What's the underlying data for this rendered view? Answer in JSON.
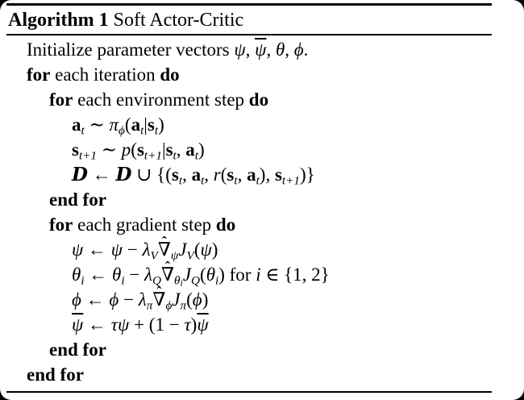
{
  "page": {
    "background": "#000000",
    "card_background": "#ffffff",
    "text_color": "#000000"
  },
  "header": {
    "label": "Algorithm 1",
    "title": " Soft Actor-Critic"
  },
  "lines": [
    {
      "indent": 1,
      "segs": [
        {
          "t": "Initialize parameter vectors "
        },
        {
          "t": "ψ",
          "c": "i"
        },
        {
          "t": ", "
        },
        {
          "t": "ψ",
          "c": "i bar"
        },
        {
          "t": ", "
        },
        {
          "t": "θ",
          "c": "i"
        },
        {
          "t": ", "
        },
        {
          "t": "ϕ",
          "c": "i"
        },
        {
          "t": "."
        }
      ]
    },
    {
      "indent": 1,
      "segs": [
        {
          "t": "for",
          "c": "b"
        },
        {
          "t": " each iteration "
        },
        {
          "t": "do",
          "c": "b"
        }
      ]
    },
    {
      "indent": 2,
      "segs": [
        {
          "t": "for",
          "c": "b"
        },
        {
          "t": " each environment step "
        },
        {
          "t": "do",
          "c": "b"
        }
      ]
    },
    {
      "indent": 3,
      "segs": [
        {
          "t": "a",
          "c": "bm"
        },
        {
          "t": "t",
          "c": "i sub"
        },
        {
          "t": " ∼ "
        },
        {
          "t": "π",
          "c": "i"
        },
        {
          "t": "ϕ",
          "c": "i sub"
        },
        {
          "t": "("
        },
        {
          "t": "a",
          "c": "bm"
        },
        {
          "t": "t",
          "c": "i sub"
        },
        {
          "t": "|"
        },
        {
          "t": "s",
          "c": "bm"
        },
        {
          "t": "t",
          "c": "i sub"
        },
        {
          "t": ")"
        }
      ]
    },
    {
      "indent": 3,
      "segs": [
        {
          "t": "s",
          "c": "bm"
        },
        {
          "t": "t+1",
          "c": "i sub"
        },
        {
          "t": " ∼ "
        },
        {
          "t": "p",
          "c": "i"
        },
        {
          "t": "("
        },
        {
          "t": "s",
          "c": "bm"
        },
        {
          "t": "t+1",
          "c": "i sub"
        },
        {
          "t": "|"
        },
        {
          "t": "s",
          "c": "bm"
        },
        {
          "t": "t",
          "c": "i sub"
        },
        {
          "t": ", "
        },
        {
          "t": "a",
          "c": "bm"
        },
        {
          "t": "t",
          "c": "i sub"
        },
        {
          "t": ")"
        }
      ]
    },
    {
      "indent": 3,
      "segs": [
        {
          "t": "D",
          "c": "cal"
        },
        {
          "t": " ← "
        },
        {
          "t": "D",
          "c": "cal"
        },
        {
          "t": " ∪ {("
        },
        {
          "t": "s",
          "c": "bm"
        },
        {
          "t": "t",
          "c": "i sub"
        },
        {
          "t": ", "
        },
        {
          "t": "a",
          "c": "bm"
        },
        {
          "t": "t",
          "c": "i sub"
        },
        {
          "t": ", "
        },
        {
          "t": "r",
          "c": "i"
        },
        {
          "t": "("
        },
        {
          "t": "s",
          "c": "bm"
        },
        {
          "t": "t",
          "c": "i sub"
        },
        {
          "t": ", "
        },
        {
          "t": "a",
          "c": "bm"
        },
        {
          "t": "t",
          "c": "i sub"
        },
        {
          "t": "), "
        },
        {
          "t": "s",
          "c": "bm"
        },
        {
          "t": "t+1",
          "c": "i sub"
        },
        {
          "t": ")}"
        }
      ]
    },
    {
      "indent": 2,
      "segs": [
        {
          "t": "end for",
          "c": "b"
        }
      ]
    },
    {
      "indent": 2,
      "segs": [
        {
          "t": "for",
          "c": "b"
        },
        {
          "t": " each gradient step "
        },
        {
          "t": "do",
          "c": "b"
        }
      ]
    },
    {
      "indent": 3,
      "segs": [
        {
          "t": "ψ",
          "c": "i"
        },
        {
          "t": " ← "
        },
        {
          "t": "ψ",
          "c": "i"
        },
        {
          "t": " − "
        },
        {
          "t": "λ",
          "c": "i"
        },
        {
          "t": "V",
          "c": "i sub"
        },
        {
          "t": "∇",
          "c": "hat"
        },
        {
          "t": "ψ",
          "c": "i sub"
        },
        {
          "t": "J",
          "c": "i"
        },
        {
          "t": "V",
          "c": "i sub"
        },
        {
          "t": "("
        },
        {
          "t": "ψ",
          "c": "i"
        },
        {
          "t": ")"
        }
      ]
    },
    {
      "indent": 3,
      "segs": [
        {
          "t": "θ",
          "c": "i"
        },
        {
          "t": "i",
          "c": "i sub"
        },
        {
          "t": " ← "
        },
        {
          "t": "θ",
          "c": "i"
        },
        {
          "t": "i",
          "c": "i sub"
        },
        {
          "t": " − "
        },
        {
          "t": "λ",
          "c": "i"
        },
        {
          "t": "Q",
          "c": "i sub"
        },
        {
          "t": "∇",
          "c": "hat"
        },
        {
          "t": "θ",
          "c": "i sub"
        },
        {
          "t": "i",
          "c": "i sub2"
        },
        {
          "t": "J",
          "c": "i"
        },
        {
          "t": "Q",
          "c": "i sub"
        },
        {
          "t": "("
        },
        {
          "t": "θ",
          "c": "i"
        },
        {
          "t": "i",
          "c": "i sub"
        },
        {
          "t": ")"
        },
        {
          "t": " for "
        },
        {
          "t": "i",
          "c": "i"
        },
        {
          "t": " ∈ {1, 2}"
        }
      ]
    },
    {
      "indent": 3,
      "segs": [
        {
          "t": "ϕ",
          "c": "i"
        },
        {
          "t": " ← "
        },
        {
          "t": "ϕ",
          "c": "i"
        },
        {
          "t": " − "
        },
        {
          "t": "λ",
          "c": "i"
        },
        {
          "t": "π",
          "c": "i sub"
        },
        {
          "t": "∇",
          "c": "hat"
        },
        {
          "t": "ϕ",
          "c": "i sub"
        },
        {
          "t": "J",
          "c": "i"
        },
        {
          "t": "π",
          "c": "i sub"
        },
        {
          "t": "("
        },
        {
          "t": "ϕ",
          "c": "i"
        },
        {
          "t": ")"
        }
      ]
    },
    {
      "indent": 3,
      "segs": [
        {
          "t": "ψ",
          "c": "i bar"
        },
        {
          "t": " ← "
        },
        {
          "t": "τ",
          "c": "i"
        },
        {
          "t": "ψ",
          "c": "i"
        },
        {
          "t": " + (1 − "
        },
        {
          "t": "τ",
          "c": "i"
        },
        {
          "t": ")"
        },
        {
          "t": "ψ",
          "c": "i bar"
        }
      ]
    },
    {
      "indent": 2,
      "segs": [
        {
          "t": "end for",
          "c": "b"
        }
      ]
    },
    {
      "indent": 1,
      "segs": [
        {
          "t": "end for",
          "c": "b"
        }
      ]
    }
  ]
}
